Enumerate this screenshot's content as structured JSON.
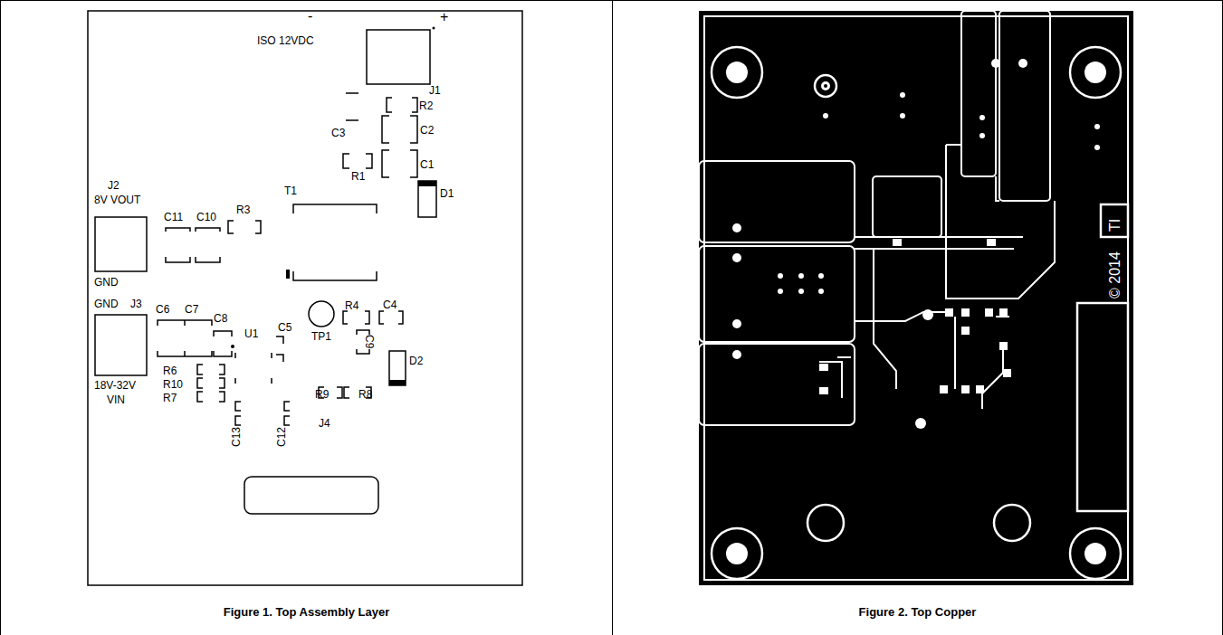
{
  "diagram": {
    "nodes": [
      {
        "text": [
          "Figure 1. Top Assembly Layer"
        ]
      },
      {
        "text": [
          "Figure 2. Top Copper"
        ]
      }
    ],
    "labels": [
      "ISO 12VDC",
      "-",
      "+",
      "J1",
      "R2",
      "C3",
      "C2",
      "R1",
      "C1",
      "D1",
      "J2",
      "8V VOUT",
      "C11",
      "C10",
      "R3",
      "T1",
      "GND",
      "GND",
      "J3",
      "C6",
      "C7",
      "C8",
      "U1",
      "C5",
      "R4",
      "C4",
      "TP1",
      "C9",
      "D2",
      "R6",
      "R10",
      "R7",
      "18V-32V",
      "VIN",
      "C13",
      "C12",
      "R9",
      "R8",
      "J4",
      "TI",
      "© 2014"
    ]
  }
}
